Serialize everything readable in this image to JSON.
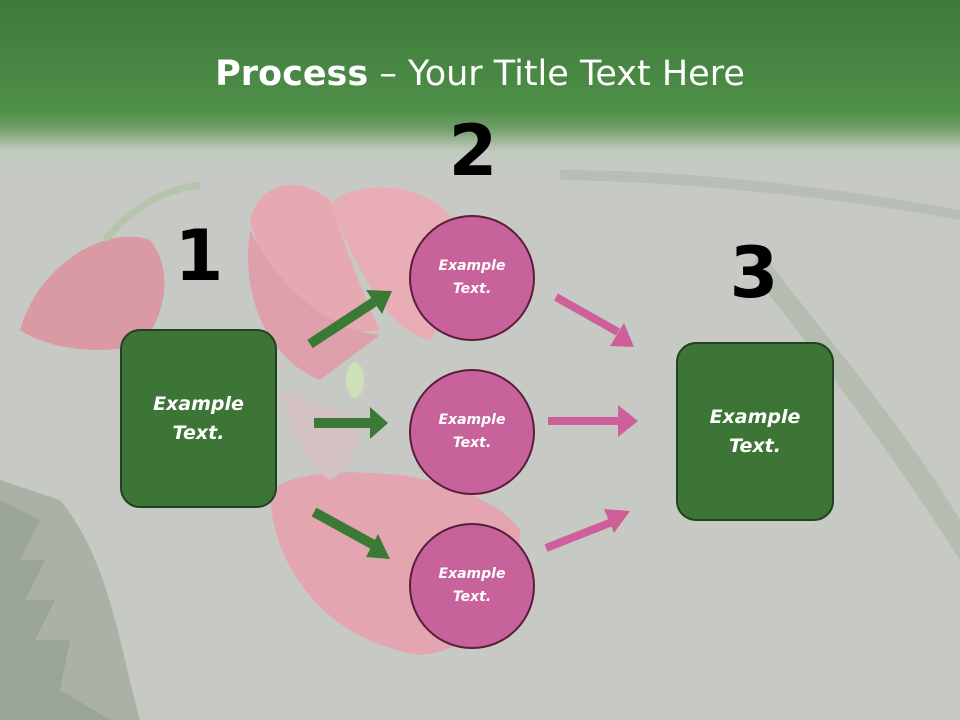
{
  "title": {
    "bold": "Process",
    "rest": " – Your Title Text Here"
  },
  "steps": {
    "one": "1",
    "two": "2",
    "three": "3"
  },
  "left_box": {
    "line1": "Example",
    "line2": "Text."
  },
  "right_box": {
    "line1": "Example",
    "line2": "Text."
  },
  "circles": [
    {
      "line1": "Example",
      "line2": "Text."
    },
    {
      "line1": "Example",
      "line2": "Text."
    },
    {
      "line1": "Example",
      "line2": "Text."
    }
  ],
  "colors": {
    "header_green": "#4e8f48",
    "box_green": "#3c7535",
    "circle_pink": "#c8629a",
    "arrow_green": "#3a7a35",
    "arrow_pink": "#cf5f99"
  }
}
